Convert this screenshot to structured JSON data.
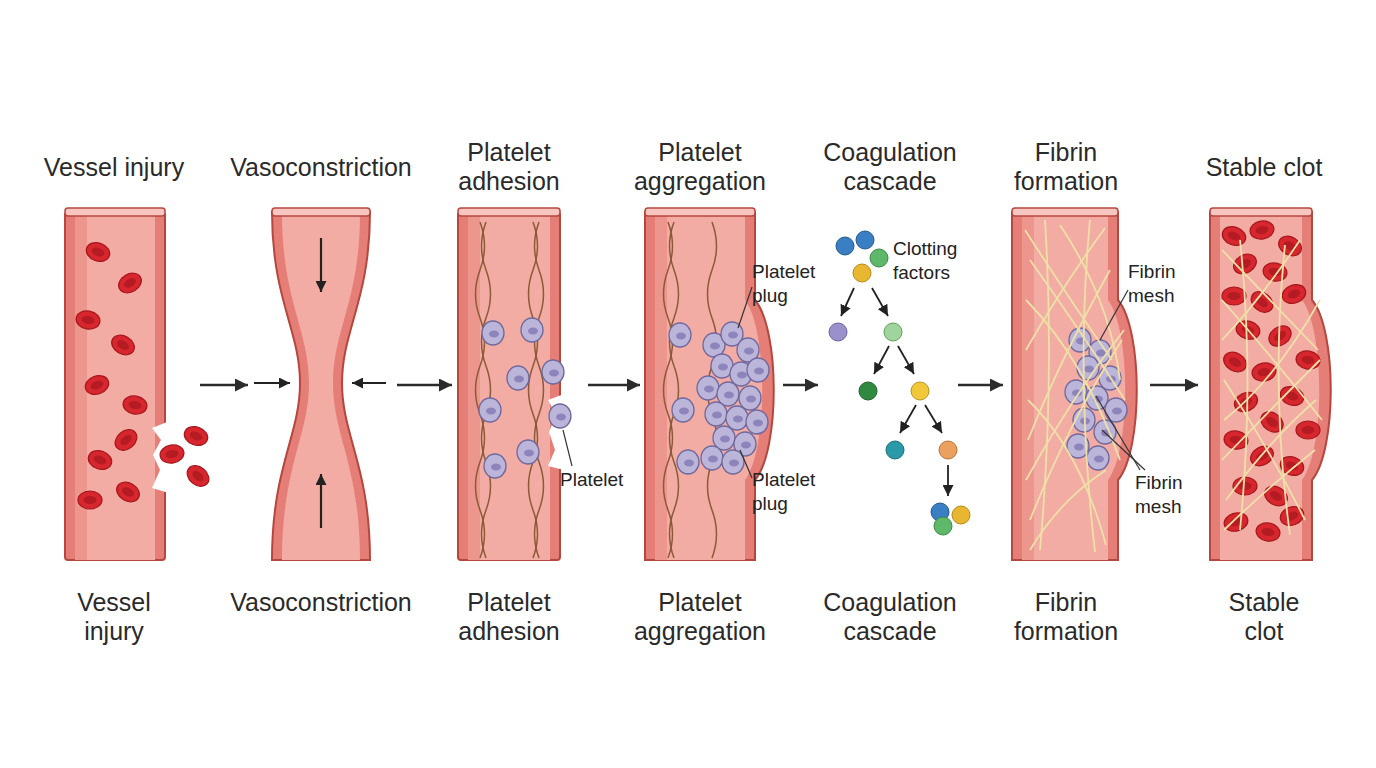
{
  "diagram": {
    "nodes": [
      {
        "text": [
          "Vessel injury",
          "Vessel injury"
        ]
      },
      {
        "text": [
          "Vasoconstriction",
          "Vasoconstriction"
        ]
      },
      {
        "text": [
          "Platelet adhesion",
          "Platelet adhesion"
        ]
      },
      {
        "text": [
          "Platelet aggregation",
          "Platelet aggregation"
        ]
      },
      {
        "text": [
          "Coagulation cascade",
          "Coagulation cascade"
        ]
      },
      {
        "text": [
          "Fibrin formation",
          "Fibrin formation"
        ]
      },
      {
        "text": [
          "Stable clot",
          "Stable clot"
        ]
      }
    ],
    "edges": [
      {
        "from": 0,
        "to": 1,
        "arrow": "to"
      },
      {
        "from": 1,
        "to": 2,
        "arrow": "to"
      },
      {
        "from": 2,
        "to": 3,
        "arrow": "to"
      },
      {
        "from": 3,
        "to": 4,
        "arrow": "to"
      },
      {
        "from": 4,
        "to": 5,
        "arrow": "to"
      },
      {
        "from": 5,
        "to": 6,
        "arrow": "to"
      }
    ],
    "labels": [
      "Platelet",
      "Platelet plug",
      "Platelet plug",
      "Clotting factors",
      "Fibrin mesh",
      "Fibrin mesh"
    ]
  }
}
